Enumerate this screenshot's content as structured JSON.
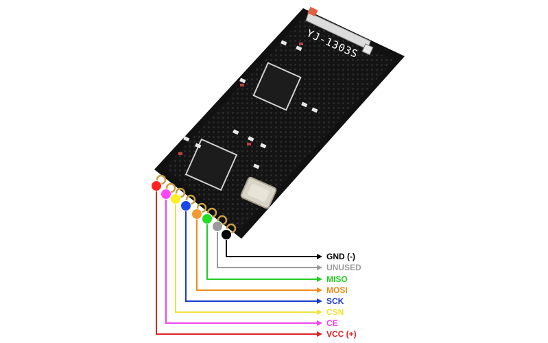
{
  "module": {
    "marking": "YJ-1303S"
  },
  "pins": [
    {
      "label": "GND (-)",
      "color": "#000000",
      "dot": "#000000"
    },
    {
      "label": "UNUSED",
      "color": "#9a9a9a",
      "dot": "#9a9a9a"
    },
    {
      "label": "MISO",
      "color": "#22cc22",
      "dot": "#22dd22"
    },
    {
      "label": "MOSI",
      "color": "#f08a1a",
      "dot": "#f39a30"
    },
    {
      "label": "SCK",
      "color": "#1a3acc",
      "dot": "#1a48e8"
    },
    {
      "label": "CSN",
      "color": "#f2e23a",
      "dot": "#ffee22"
    },
    {
      "label": "CE",
      "color": "#ee44ee",
      "dot": "#ff44ff"
    },
    {
      "label": "VCC (+)",
      "color": "#dd2222",
      "dot": "#ff2222"
    }
  ]
}
